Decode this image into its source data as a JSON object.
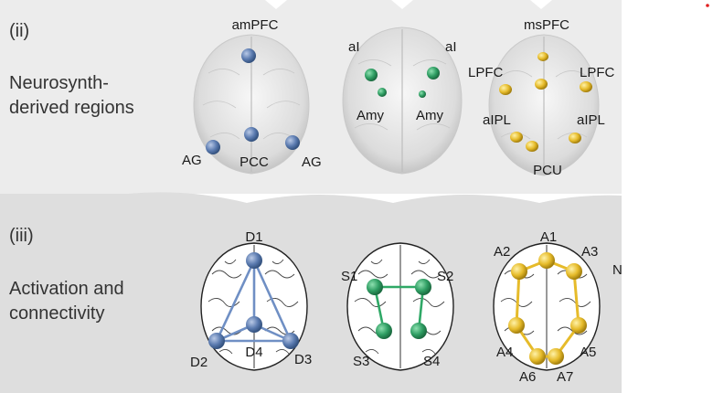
{
  "sections": {
    "ii": {
      "marker": "(ii)",
      "title_line1": "Neurosynth-",
      "title_line2": "derived regions",
      "brain1": {
        "labels": {
          "top": "amPFC",
          "left": "AG",
          "center": "PCC",
          "right": "AG"
        },
        "color": "#5b7bb0"
      },
      "brain2": {
        "labels": {
          "top_left": "aI",
          "top_right": "aI",
          "mid_left": "Amy",
          "mid_right": "Amy"
        },
        "color": "#2f9e63"
      },
      "brain3": {
        "labels": {
          "top": "msPFC",
          "l1": "LPFC",
          "r1": "LPFC",
          "l2": "aIPL",
          "r2": "aIPL",
          "bottom": "PCU"
        },
        "color": "#d9b224"
      }
    },
    "iii": {
      "marker": "(iii)",
      "title_line1": "Activation and",
      "title_line2": "connectivity",
      "network1": {
        "labels": {
          "d1": "D1",
          "d2": "D2",
          "d3": "D3",
          "d4": "D4"
        },
        "color": "#6f8fc4"
      },
      "network2": {
        "labels": {
          "s1": "S1",
          "s2": "S2",
          "s3": "S3",
          "s4": "S4"
        },
        "color": "#2fa866"
      },
      "network3": {
        "labels": {
          "a1": "A1",
          "a2": "A2",
          "a3": "A3",
          "a4": "A4",
          "a5": "A5",
          "a6": "A6",
          "a7": "A7"
        },
        "color": "#e6bb2a"
      },
      "cutoff_letter": "N"
    }
  },
  "colors": {
    "panel_ii_bg": "#ececec",
    "panel_iii_bg": "#dedede",
    "corner_mark": "#e02020"
  }
}
